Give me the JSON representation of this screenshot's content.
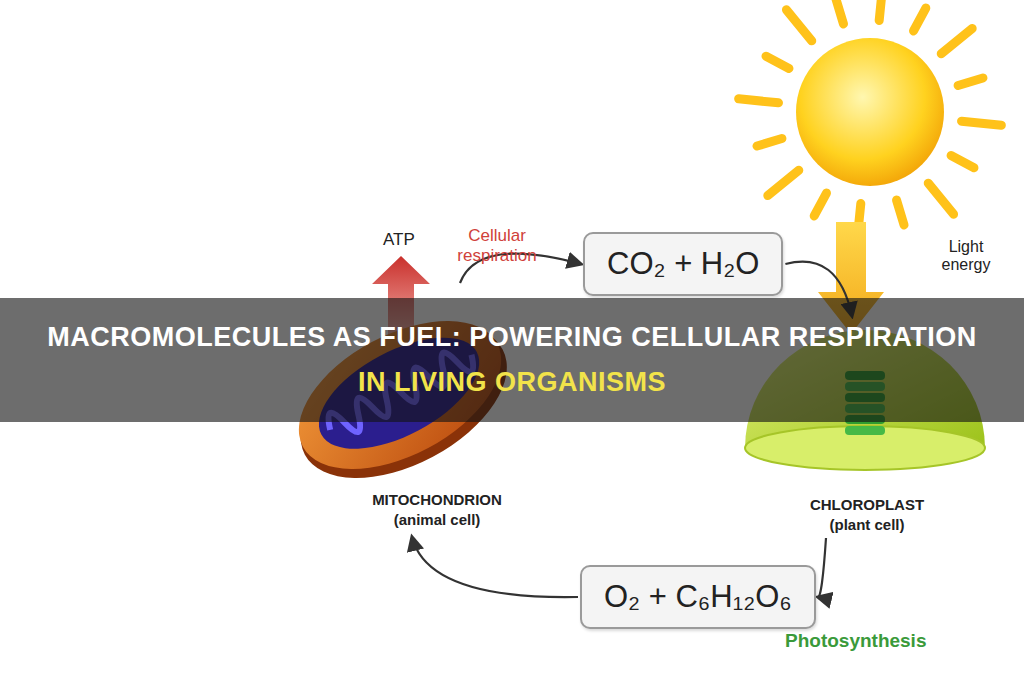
{
  "diagram": {
    "title": "MACROMOLECULES AS FUEL: POWERING CELLULAR RESPIRATION",
    "nodes": [
      {
        "text": [
          "CO₂ + H₂O"
        ]
      },
      {
        "text": [
          "MITOCHONDRION (animal cell)"
        ]
      },
      {
        "text": [
          "CHLOROPLAST (plant cell)"
        ]
      },
      {
        "text": [
          "O₂ + C₆H₁₂O₆"
        ]
      }
    ],
    "edges": [
      {
        "from": 1,
        "to": 0,
        "arrow": "to"
      },
      {
        "from": 0,
        "to": 2,
        "arrow": "to"
      },
      {
        "from": 2,
        "to": 3,
        "arrow": "to"
      },
      {
        "from": 3,
        "to": 1,
        "arrow": "to"
      }
    ],
    "labels": [
      "ATP",
      "Cellular respiration",
      "Light energy",
      "Photosynthesis",
      "IN LIVING ORGANISMS"
    ]
  }
}
